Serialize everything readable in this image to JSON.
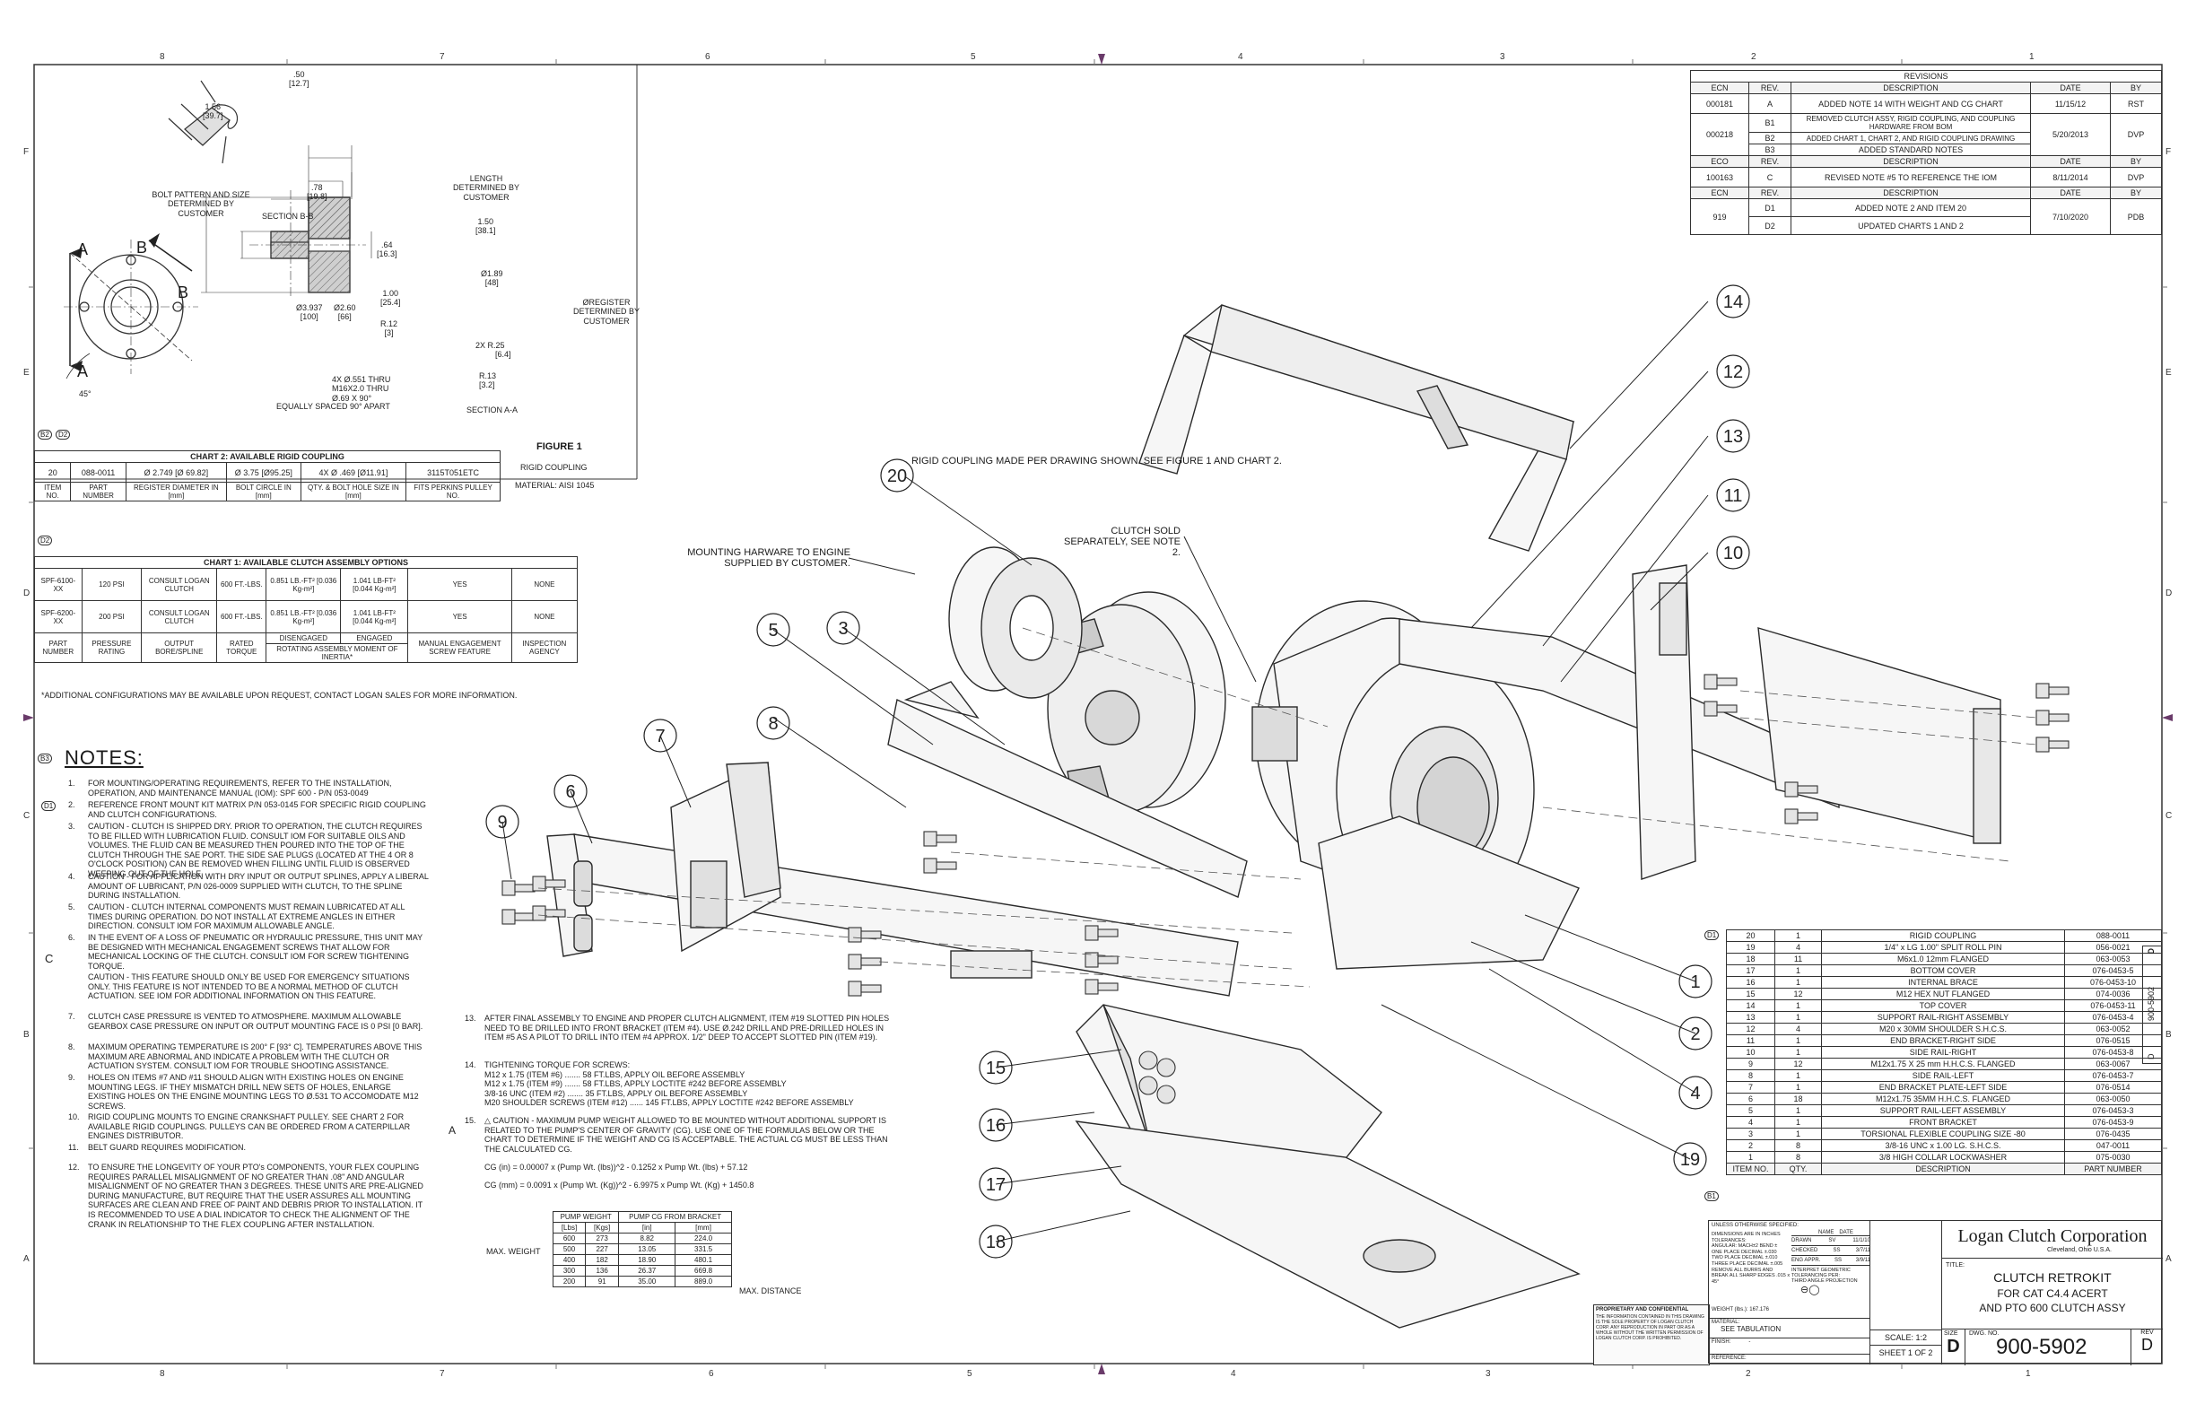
{
  "zones": {
    "columns_top": [
      "8",
      "7",
      "6",
      "5",
      "4",
      "3",
      "2",
      "1"
    ],
    "columns_bottom": [
      "8",
      "7",
      "6",
      "5",
      "4",
      "3",
      "2",
      "1"
    ],
    "rows_left": [
      "F",
      "E",
      "D",
      "C",
      "B",
      "A"
    ],
    "rows_right": [
      "F",
      "E",
      "D",
      "C",
      "B",
      "A"
    ]
  },
  "revisions": {
    "title": "REVISIONS",
    "groups": [
      {
        "header": [
          "ECN",
          "REV.",
          "DESCRIPTION",
          "DATE",
          "BY"
        ],
        "rows": [
          [
            "000181",
            "A",
            "ADDED NOTE 14 WITH WEIGHT AND CG CHART",
            "11/15/12",
            "RST"
          ]
        ]
      },
      {
        "header": null,
        "rows": [
          [
            "000218",
            "B1",
            "REMOVED CLUTCH ASSY, RIGID COUPLING, AND COUPLING HARDWARE FROM BOM",
            "5/20/2013",
            "DVP"
          ],
          [
            "",
            "B2",
            "ADDED CHART 1, CHART 2, AND RIGID COUPLING DRAWING",
            "",
            ""
          ],
          [
            "",
            "B3",
            "ADDED STANDARD NOTES",
            "",
            ""
          ]
        ]
      },
      {
        "header": [
          "ECO",
          "REV.",
          "DESCRIPTION",
          "DATE",
          "BY"
        ],
        "rows": [
          [
            "100163",
            "C",
            "REVISED NOTE #5 TO REFERENCE THE IOM",
            "8/11/2014",
            "DVP"
          ]
        ]
      },
      {
        "header": [
          "ECN",
          "REV.",
          "DESCRIPTION",
          "DATE",
          "BY"
        ],
        "rows": [
          [
            "919",
            "D1",
            "ADDED NOTE 2 AND ITEM 20",
            "7/10/2020",
            "PDB"
          ],
          [
            "",
            "D2",
            "UPDATED CHARTS 1 AND 2",
            "",
            ""
          ]
        ]
      }
    ]
  },
  "detail": {
    "dims": {
      "d50": ".50",
      "d50mm": "[12.7]",
      "d156": "1.56",
      "d156mm": "[39.7]",
      "d78": ".78",
      "d78mm": "[19.8]",
      "length": "LENGTH DETERMINED BY CUSTOMER",
      "d150": "1.50",
      "d150mm": "[38.1]",
      "d64": ".64",
      "d64mm": "[16.3]",
      "d189": "Ø1.89",
      "d189mm": "[48]",
      "d100": "1.00",
      "d100mm": "[25.4]",
      "d3937": "Ø3.937",
      "d3937mm": "[100]",
      "d260": "Ø2.60",
      "d260mm": "[66]",
      "r12": "R.12",
      "r12mm": "[3]",
      "r25": "2X R.25",
      "r25mm": "[6.4]",
      "r13": "R.13",
      "r13mm": "[3.2]",
      "register": "ØREGISTER DETERMINED BY CUSTOMER",
      "holes1": "4X Ø.551 THRU",
      "holes2": "M16X2.0 THRU",
      "holes3": "Ø.69 X 90°",
      "holes4": "EQUALLY SPACED 90° APART",
      "bolt_pattern": "BOLT PATTERN AND SIZE DETERMINED BY CUSTOMER",
      "section_bb": "SECTION B-B",
      "section_aa": "SECTION A-A",
      "angle45": "45°",
      "letA1": "A",
      "letA2": "A",
      "letB1": "B",
      "letB2": "B"
    },
    "figure_title": "FIGURE 1",
    "figure_sub": "RIGID COUPLING",
    "figure_mat": "MATERIAL: AISI 1045"
  },
  "chart2": {
    "badges": [
      "B2",
      "D2"
    ],
    "title": "CHART 2: AVAILABLE RIGID COUPLING",
    "row": [
      "20",
      "088-0011",
      "Ø 2.749 [Ø 69.82]",
      "Ø 3.75 [Ø95.25]",
      "4X Ø .469 [Ø11.91]",
      "3115T051ETC"
    ],
    "header": [
      "ITEM NO.",
      "PART NUMBER",
      "REGISTER DIAMETER IN [mm]",
      "BOLT CIRCLE IN [mm]",
      "QTY. & BOLT HOLE SIZE IN [mm]",
      "FITS PERKINS PULLEY NO."
    ]
  },
  "chart1": {
    "badge": "D2",
    "title": "CHART 1: AVAILABLE CLUTCH ASSEMBLY OPTIONS",
    "rows": [
      [
        "SPF-6100-XX",
        "120 PSI",
        "CONSULT LOGAN CLUTCH",
        "600 FT.-LBS.",
        "0.851 LB.-FT² [0.036 Kg-m²]",
        "1.041 LB-FT² [0.044 Kg-m²]",
        "YES",
        "NONE"
      ],
      [
        "SPF-6200-XX",
        "200 PSI",
        "CONSULT LOGAN CLUTCH",
        "600 FT.-LBS.",
        "0.851 LB.-FT² [0.036 Kg-m²]",
        "1.041 LB-FT² [0.044 Kg-m²]",
        "YES",
        "NONE"
      ]
    ],
    "header_top": [
      "DISENGAGED",
      "ENGAGED"
    ],
    "header_span": "ROTATING ASSEMBLY MOMENT OF INERTIA*",
    "header": [
      "PART NUMBER",
      "PRESSURE RATING",
      "OUTPUT BORE/SPLINE",
      "RATED TORQUE",
      "MANUAL ENGAGEMENT SCREW FEATURE",
      "INSPECTION AGENCY"
    ],
    "footnote": "*ADDITIONAL CONFIGURATIONS MAY BE AVAILABLE UPON REQUEST, CONTACT LOGAN SALES FOR MORE INFORMATION."
  },
  "notes": {
    "badge": "B3",
    "title": "NOTES:",
    "side_badges": [
      "D1",
      "C",
      "A"
    ],
    "items": [
      {
        "n": "1.",
        "text": "FOR MOUNTING/OPERATING REQUIREMENTS, REFER TO THE INSTALLATION, OPERATION, AND MAINTENANCE MANUAL (IOM): SPF 600 - P/N 053-0049"
      },
      {
        "n": "2.",
        "text": "REFERENCE FRONT MOUNT KIT MATRIX P/N 053-0145 FOR SPECIFIC RIGID COUPLING AND CLUTCH CONFIGURATIONS."
      },
      {
        "n": "3.",
        "text": "CAUTION - CLUTCH IS SHIPPED DRY. PRIOR TO OPERATION, THE CLUTCH REQUIRES TO BE FILLED WITH LUBRICATION FLUID. CONSULT IOM FOR SUITABLE OILS AND VOLUMES. THE FLUID CAN BE MEASURED THEN POURED INTO THE TOP OF THE CLUTCH THROUGH THE SAE PORT. THE SIDE SAE PLUGS (LOCATED AT THE 4 OR 8 O'CLOCK POSITION) CAN BE REMOVED WHEN FILLING UNTIL FLUID IS OBSERVED WEEPING OUT OF THE HOLE."
      },
      {
        "n": "4.",
        "text": "CAUTION - FOR APPLICATION WITH DRY INPUT OR OUTPUT SPLINES, APPLY A LIBERAL AMOUNT OF LUBRICANT, P/N 026-0009 SUPPLIED WITH CLUTCH, TO THE SPLINE DURING INSTALLATION."
      },
      {
        "n": "5.",
        "text": "CAUTION - CLUTCH INTERNAL COMPONENTS MUST REMAIN LUBRICATED AT ALL TIMES DURING OPERATION. DO NOT INSTALL AT EXTREME ANGLES IN EITHER DIRECTION. CONSULT IOM FOR MAXIMUM ALLOWABLE ANGLE."
      },
      {
        "n": "6.",
        "text": "IN THE EVENT OF A LOSS OF PNEUMATIC OR HYDRAULIC PRESSURE, THIS UNIT MAY BE DESIGNED WITH MECHANICAL ENGAGEMENT SCREWS THAT ALLOW FOR MECHANICAL LOCKING OF THE CLUTCH. CONSULT IOM FOR SCREW TIGHTENING TORQUE."
      },
      {
        "n": "",
        "text": "CAUTION - THIS FEATURE SHOULD ONLY BE USED FOR EMERGENCY SITUATIONS ONLY. THIS FEATURE IS NOT INTENDED TO BE A NORMAL METHOD OF CLUTCH ACTUATION. SEE IOM FOR ADDITIONAL INFORMATION ON THIS FEATURE."
      },
      {
        "n": "7.",
        "text": "CLUTCH CASE PRESSURE IS VENTED TO ATMOSPHERE. MAXIMUM ALLOWABLE GEARBOX CASE PRESSURE ON INPUT OR OUTPUT MOUNTING FACE IS 0 PSI [0 BAR]."
      },
      {
        "n": "8.",
        "text": "MAXIMUM OPERATING TEMPERATURE IS 200° F [93° C]. TEMPERATURES ABOVE THIS MAXIMUM ARE ABNORMAL AND INDICATE A PROBLEM WITH THE CLUTCH OR ACTUATION SYSTEM. CONSULT IOM FOR TROUBLE SHOOTING ASSISTANCE."
      },
      {
        "n": "9.",
        "text": "HOLES ON ITEMS #7 AND #11 SHOULD ALIGN WITH EXISTING HOLES ON ENGINE MOUNTING LEGS. IF THEY MISMATCH DRILL NEW SETS OF HOLES, ENLARGE EXISTING HOLES ON THE ENGINE MOUNTING LEGS TO Ø.531 TO ACCOMODATE M12 SCREWS."
      },
      {
        "n": "10.",
        "text": "RIGID COUPLING MOUNTS TO ENGINE CRANKSHAFT PULLEY. SEE CHART 2 FOR AVAILABLE RIGID COUPLINGS. PULLEYS CAN BE ORDERED FROM A CATERPILLAR ENGINES DISTRIBUTOR."
      },
      {
        "n": "11.",
        "text": "BELT GUARD REQUIRES MODIFICATION."
      },
      {
        "n": "12.",
        "text": "TO ENSURE THE LONGEVITY OF YOUR PTO's COMPONENTS, YOUR FLEX COUPLING REQUIRES PARALLEL MISALIGNMENT OF NO GREATER THAN .08\" AND ANGULAR MISALIGNMENT OF NO GREATER THAN 3 DEGREES. THESE UNITS ARE PRE-ALIGNED DURING MANUFACTURE, BUT REQUIRE THAT THE USER ASSURES ALL MOUNTING SURFACES ARE CLEAN AND FREE OF PAINT AND DEBRIS PRIOR TO INSTALLATION. IT IS RECOMMENDED TO USE A DIAL INDICATOR TO CHECK THE ALIGNMENT OF THE CRANK IN RELATIONSHIP TO THE FLEX COUPLING AFTER INSTALLATION."
      }
    ],
    "n13": "13.",
    "note13": "AFTER FINAL ASSEMBLY TO ENGINE AND PROPER CLUTCH ALIGNMENT, ITEM #19 SLOTTED PIN HOLES NEED TO BE DRILLED INTO FRONT BRACKET (ITEM #4). USE Ø.242 DRILL AND PRE-DRILLED HOLES IN ITEM #5 AS A PILOT TO DRILL INTO ITEM #4 APPROX. 1/2\" DEEP TO ACCEPT SLOTTED PIN (ITEM #19).",
    "n14": "14.",
    "note14_title": "TIGHTENING TORQUE FOR SCREWS:",
    "note14_lines": [
      "M12 x 1.75 (ITEM #6) ....... 58 FT.LBS, APPLY OIL BEFORE ASSEMBLY",
      "M12 x 1.75 (ITEM #9) ....... 58 FT.LBS, APPLY LOCTITE #242 BEFORE ASSEMBLY",
      "3/8-16 UNC (ITEM #2) ....... 35 FT.LBS, APPLY OIL BEFORE ASSEMBLY",
      "M20 SHOULDER SCREWS (ITEM #12) ...... 145 FT.LBS, APPLY LOCTITE #242 BEFORE ASSEMBLY"
    ],
    "n15": "15.",
    "note15": "CAUTION - MAXIMUM PUMP WEIGHT ALLOWED TO BE MOUNTED WITHOUT ADDITIONAL SUPPORT IS RELATED TO THE PUMP'S CENTER OF GRAVITY (CG). USE ONE OF THE FORMULAS BELOW OR THE CHART TO DETERMINE IF THE WEIGHT AND CG IS ACCEPTABLE. THE ACTUAL CG MUST BE LESS THAN THE CALCULATED CG.",
    "formula1": "CG (in) = 0.00007 x (Pump Wt. (lbs))^2 - 0.1252 x Pump Wt. (lbs) + 57.12",
    "formula2": "CG (mm) = 0.0091 x (Pump Wt. (Kg))^2 - 6.9975 x Pump Wt. (Kg) + 1450.8"
  },
  "pump_table": {
    "h1": "PUMP WEIGHT",
    "h2": "PUMP CG FROM BRACKET",
    "units": [
      "[Lbs]",
      "[Kgs]",
      "[in]",
      "[mm]"
    ],
    "rows": [
      [
        "600",
        "273",
        "8.82",
        "224.0"
      ],
      [
        "500",
        "227",
        "13.05",
        "331.5"
      ],
      [
        "400",
        "182",
        "18.90",
        "480.1"
      ],
      [
        "300",
        "136",
        "26.37",
        "669.8"
      ],
      [
        "200",
        "91",
        "35.00",
        "889.0"
      ]
    ],
    "left_label": "MAX. WEIGHT",
    "right_label": "MAX. DISTANCE"
  },
  "callouts": {
    "rigid": "RIGID COUPLING MADE PER DRAWING SHOWN. SEE FIGURE 1 AND CHART 2.",
    "mounting": "MOUNTING HARWARE TO ENGINE SUPPLIED BY CUSTOMER.",
    "clutch": "CLUTCH SOLD SEPARATELY, SEE NOTE 2."
  },
  "balloons": [
    "20",
    "14",
    "12",
    "13",
    "11",
    "10",
    "5",
    "3",
    "7",
    "6",
    "8",
    "9",
    "1",
    "2",
    "4",
    "15",
    "16",
    "17",
    "18",
    "19"
  ],
  "bom": {
    "badge_top": "D1",
    "badge_bottom": "B1",
    "rows": [
      [
        "20",
        "1",
        "RIGID COUPLING",
        "088-0011"
      ],
      [
        "19",
        "4",
        "1/4\" x LG 1.00\" SPLIT ROLL PIN",
        "056-0021"
      ],
      [
        "18",
        "11",
        "M6x1.0 12mm FLANGED",
        "063-0053"
      ],
      [
        "17",
        "1",
        "BOTTOM COVER",
        "076-0453-5"
      ],
      [
        "16",
        "1",
        "INTERNAL BRACE",
        "076-0453-10"
      ],
      [
        "15",
        "12",
        "M12 HEX NUT FLANGED",
        "074-0036"
      ],
      [
        "14",
        "1",
        "TOP COVER",
        "076-0453-11"
      ],
      [
        "13",
        "1",
        "SUPPORT RAIL-RIGHT ASSEMBLY",
        "076-0453-4"
      ],
      [
        "12",
        "4",
        "M20 x 30MM SHOULDER S.H.C.S.",
        "063-0052"
      ],
      [
        "11",
        "1",
        "END BRACKET-RIGHT SIDE",
        "076-0515"
      ],
      [
        "10",
        "1",
        "SIDE RAIL-RIGHT",
        "076-0453-8"
      ],
      [
        "9",
        "12",
        "M12x1.75 X 25 mm H.H.C.S. FLANGED",
        "063-0067"
      ],
      [
        "8",
        "1",
        "SIDE RAIL-LEFT",
        "076-0453-7"
      ],
      [
        "7",
        "1",
        "END BRACKET PLATE-LEFT SIDE",
        "076-0514"
      ],
      [
        "6",
        "18",
        "M12x1.75 35MM H.H.C.S. FLANGED",
        "063-0050"
      ],
      [
        "5",
        "1",
        "SUPPORT RAIL-LEFT ASSEMBLY",
        "076-0453-3"
      ],
      [
        "4",
        "1",
        "FRONT BRACKET",
        "076-0453-9"
      ],
      [
        "3",
        "1",
        "TORSIONAL FLEXIBLE COUPLING SIZE -80",
        "076-0435"
      ],
      [
        "2",
        "8",
        "3/8-16 UNC x 1.00 LG. S.H.C.S.",
        "047-0011"
      ],
      [
        "1",
        "8",
        "3/8 HIGH COLLAR LOCKWASHER",
        "075-0030"
      ]
    ],
    "header": [
      "ITEM NO.",
      "QTY.",
      "DESCRIPTION",
      "PART NUMBER"
    ]
  },
  "titleblock": {
    "unless": "UNLESS OTHERWISE SPECIFIED:",
    "dims_in": "DIMENSIONS ARE IN INCHES",
    "tolerances": "TOLERANCES:",
    "angular": "ANGULAR: MACH±2   BEND ±",
    "one_place": "ONE PLACE DECIMAL  ±.030",
    "two_place": "TWO PLACE DECIMAL  ±.010",
    "three_place": "THREE PLACE DECIMAL  ±.005",
    "interpret": "INTERPRET GEOMETRIC TOLERANCING PER:",
    "remove": "REMOVE ALL BURRS AND BREAK ALL SHARP EDGES .015 x 45°",
    "third_angle": "THIRD ANGLE PROJECTION",
    "name_h": "NAME",
    "date_h": "DATE",
    "drawn": [
      "DRAWN",
      "SV",
      "11/1/10"
    ],
    "checked": [
      "CHECKED",
      "SS",
      "3/7/11"
    ],
    "eng": [
      "ENG APPR.",
      "SS",
      "3/9/11"
    ],
    "weight_label": "WEIGHT (lbs.):",
    "weight": "167.176",
    "material_label": "MATERIAL:",
    "material": "SEE TABULATION",
    "finish_label": "FINISH:",
    "finish": "-",
    "reference_label": "REFERENCE:",
    "proprietary_title": "PROPRIETARY AND CONFIDENTIAL",
    "proprietary": "THE INFORMATION CONTAINED IN THIS DRAWING IS THE SOLE PROPERTY OF LOGAN CLUTCH CORP. ANY REPRODUCTION IN PART OR AS A WHOLE WITHOUT THE WRITTEN PERMISSION OF LOGAN CLUTCH CORP. IS PROHIBITED.",
    "company": "Logan Clutch Corporation",
    "location": "Cleveland, Ohio  U.S.A.",
    "title_label": "TITLE:",
    "title1": "CLUTCH RETROKIT",
    "title2": "FOR CAT C4.4 ACERT",
    "title3": "AND PTO 600 CLUTCH ASSY",
    "size_label": "SIZE",
    "size": "D",
    "dwg_label": "DWG.  NO.",
    "dwg": "900-5902",
    "rev_label": "REV",
    "rev": "D",
    "scale": "SCALE: 1:2",
    "sheet": "SHEET 1 OF 2",
    "side_tab": [
      "D",
      "900-5902",
      "D"
    ]
  }
}
